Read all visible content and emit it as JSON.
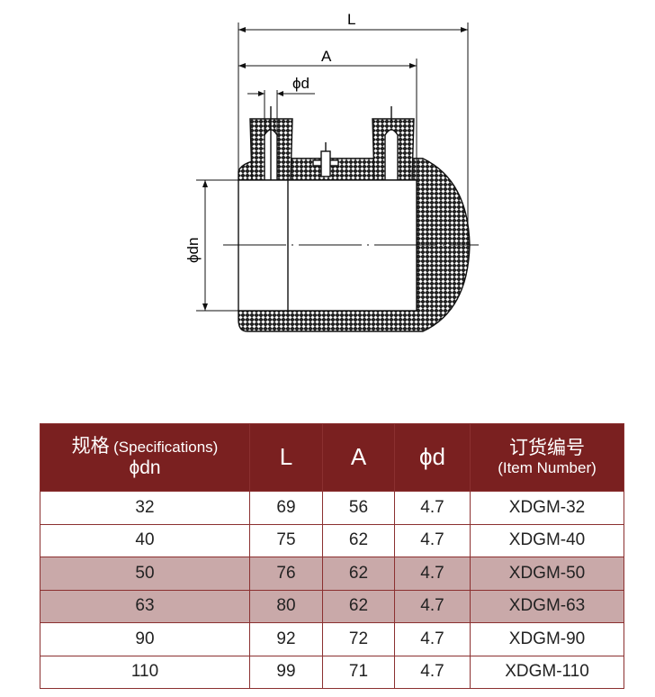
{
  "drawing": {
    "labels": {
      "L": "L",
      "A": "A",
      "phi_d": "ϕd",
      "phi_dn": "ϕdn"
    }
  },
  "table": {
    "headers": {
      "spec_cn": "规格",
      "spec_en": "(Specifications)",
      "spec_sub": "ϕdn",
      "L": "L",
      "A": "A",
      "phi_d": "ϕd",
      "item_cn": "订货编号",
      "item_en": "(Item Number)"
    },
    "rows": [
      {
        "dn": "32",
        "L": "69",
        "A": "56",
        "d": "4.7",
        "item": "XDGM-32",
        "shaded": false
      },
      {
        "dn": "40",
        "L": "75",
        "A": "62",
        "d": "4.7",
        "item": "XDGM-40",
        "shaded": false
      },
      {
        "dn": "50",
        "L": "76",
        "A": "62",
        "d": "4.7",
        "item": "XDGM-50",
        "shaded": true
      },
      {
        "dn": "63",
        "L": "80",
        "A": "62",
        "d": "4.7",
        "item": "XDGM-63",
        "shaded": true
      },
      {
        "dn": "90",
        "L": "92",
        "A": "72",
        "d": "4.7",
        "item": "XDGM-90",
        "shaded": false
      },
      {
        "dn": "110",
        "L": "99",
        "A": "71",
        "d": "4.7",
        "item": "XDGM-110",
        "shaded": false
      }
    ],
    "colors": {
      "header": "#7a2020",
      "shaded": "#c9a9a9",
      "border": "#8b3030"
    }
  }
}
